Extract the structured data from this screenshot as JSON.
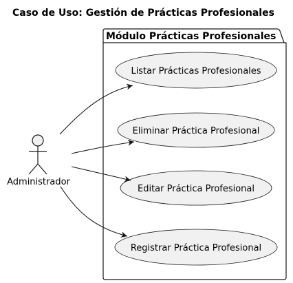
{
  "diagram": {
    "title": "Caso de Uso: Gestión de Prácticas Profesionales",
    "package": {
      "name": "Módulo Prácticas Profesionales"
    },
    "actor": {
      "name": "Administrador"
    },
    "use_cases": [
      {
        "label": "Listar Prácticas Profesionales"
      },
      {
        "label": "Eliminar Práctica Profesional"
      },
      {
        "label": "Editar Práctica Profesional"
      },
      {
        "label": "Registrar Práctica Profesional"
      }
    ],
    "colors": {
      "use_case_fill": "#f1f1f1",
      "stroke": "#181818",
      "background": "#ffffff"
    }
  }
}
